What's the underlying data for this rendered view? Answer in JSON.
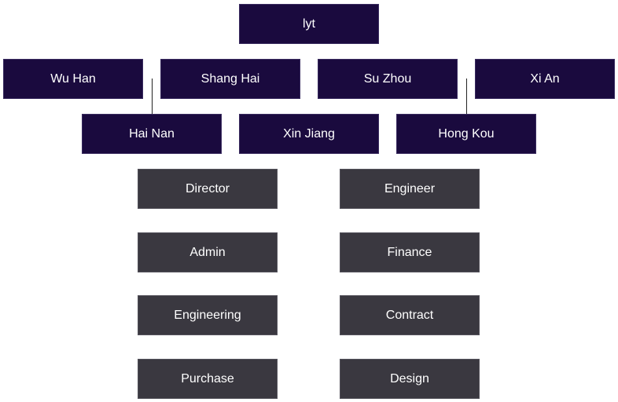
{
  "root": {
    "label": "lyt"
  },
  "regions": [
    {
      "label": "Wu Han"
    },
    {
      "label": "Shang Hai"
    },
    {
      "label": "Su Zhou"
    },
    {
      "label": "Xi An"
    }
  ],
  "subregions": [
    {
      "label": "Hai Nan"
    },
    {
      "label": "Xin Jiang"
    },
    {
      "label": "Hong Kou"
    }
  ],
  "departments_left": [
    {
      "label": "Director"
    },
    {
      "label": "Admin"
    },
    {
      "label": "Engineering"
    },
    {
      "label": "Purchase"
    }
  ],
  "departments_right": [
    {
      "label": "Engineer"
    },
    {
      "label": "Finance"
    },
    {
      "label": "Contract"
    },
    {
      "label": "Design"
    }
  ],
  "colors": {
    "location_node": "#1a0a3e",
    "department_node": "#3a3840",
    "text": "#ffffff",
    "connector": "#222222"
  }
}
